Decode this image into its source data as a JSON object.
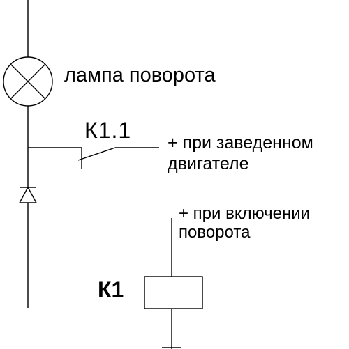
{
  "labels": {
    "lamp": "лампа поворота",
    "contact": "К1.1",
    "engine_line1": "+ при заведенном",
    "engine_line2": "двигателе",
    "turn_line1": "+ при включении",
    "turn_line2": "поворота",
    "relay": "К1"
  },
  "colors": {
    "wire": "#000000",
    "background": "#ffffff"
  }
}
